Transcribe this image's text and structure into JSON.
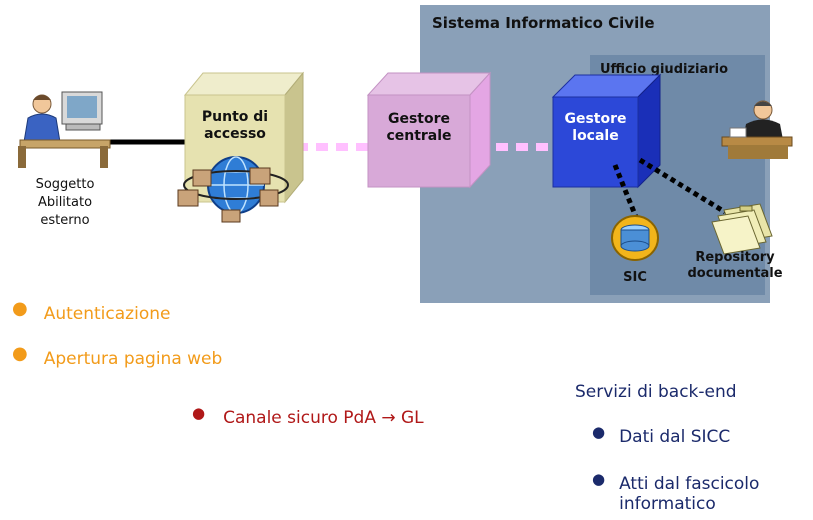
{
  "system": {
    "title": "Sistema Informatico Civile"
  },
  "office": {
    "label": "Ufficio giudiziario"
  },
  "actor": {
    "label_line1": "Soggetto",
    "label_line2": "Abilitato",
    "label_line3": "esterno"
  },
  "boxes": {
    "access_point": {
      "line1": "Punto di",
      "line2": "accesso"
    },
    "central_manager": {
      "line1": "Gestore",
      "line2": "centrale"
    },
    "local_manager": {
      "line1": "Gestore",
      "line2": "locale"
    }
  },
  "resources": {
    "sic": "SIC",
    "repository_line1": "Repository",
    "repository_line2": "documentale"
  },
  "steps": {
    "authentication": "Autenticazione",
    "open_page": "Apertura pagina web",
    "secure_channel": "Canale sicuro PdA → GL"
  },
  "backend": {
    "title": "Servizi di back-end",
    "item1": "Dati dal SICC",
    "item2_line1": "Atti dal fascicolo",
    "item2_line2": "informatico"
  },
  "colors": {
    "system_bg": "#8aa0b8",
    "office_bg": "#6f8aa8",
    "access_box": "#e6e2b0",
    "central_box": "#d8a9d8",
    "local_box": "#2c48d8",
    "pink_link": "#ffc0ff",
    "orange_text": "#f29b1a",
    "red_text": "#b01818",
    "navy": "#1b2a6b"
  }
}
